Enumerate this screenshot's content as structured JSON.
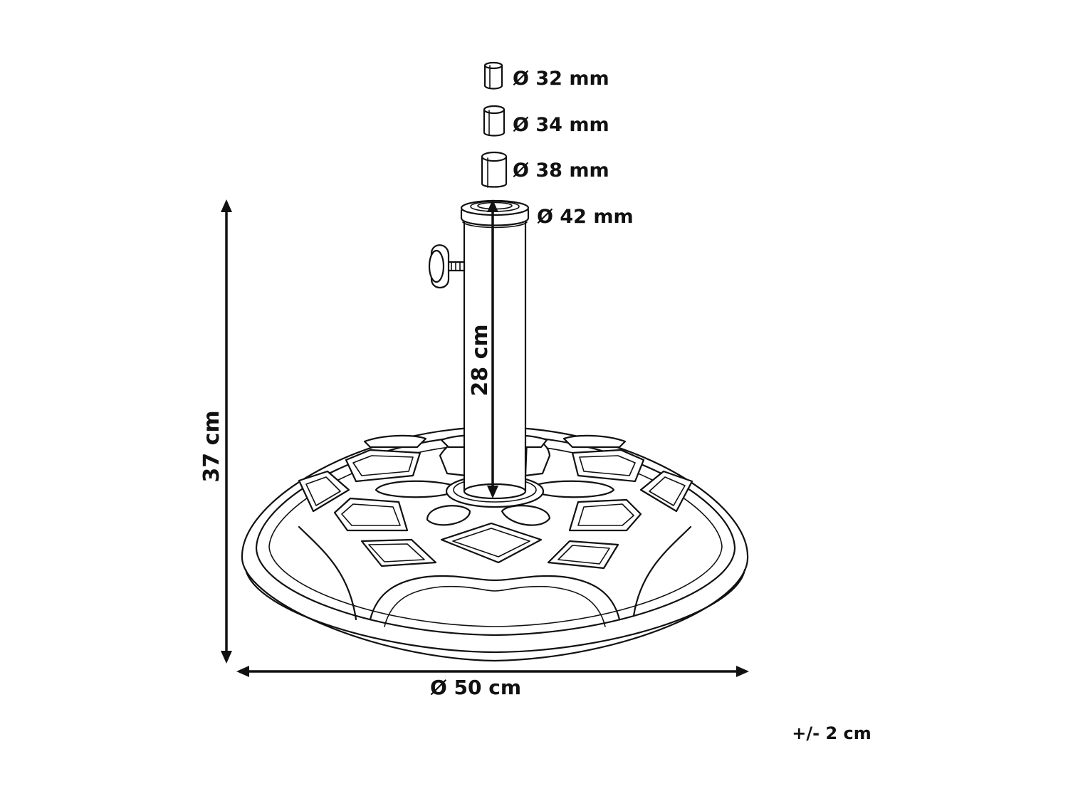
{
  "diagram": {
    "adapters": [
      {
        "label": "Ø 32 mm"
      },
      {
        "label": "Ø 34 mm"
      },
      {
        "label": "Ø 38 mm"
      }
    ],
    "pole_top_label": "Ø 42 mm",
    "pole_height_label": "28 cm",
    "total_height_label": "37 cm",
    "base_diameter_label": "Ø 50 cm",
    "tolerance_label": "+/- 2 cm",
    "colors": {
      "line": "#111111",
      "background": "#ffffff"
    }
  }
}
